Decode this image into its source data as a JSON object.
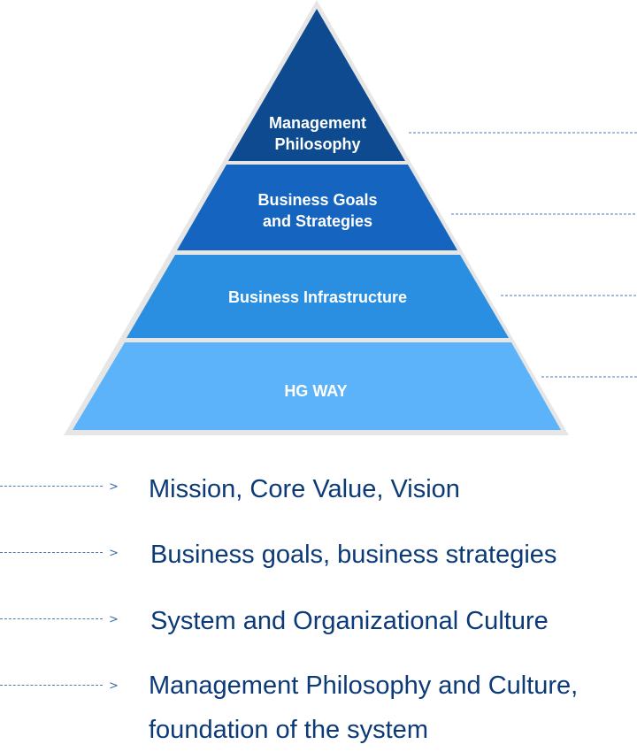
{
  "pyramid": {
    "tiers": [
      {
        "label_lines": [
          "Management",
          "Philosophy"
        ],
        "color": "#0d4a8f"
      },
      {
        "label_lines": [
          "Business Goals",
          "and Strategies"
        ],
        "color": "#1565c0"
      },
      {
        "label_lines": [
          "Business Infrastructure"
        ],
        "color": "#2a8fe0"
      },
      {
        "label_lines": [
          "HG WAY"
        ],
        "color": "#5cb3fa"
      }
    ],
    "outline_color": "#e6e6e6",
    "connector_color": "#4a7cb3"
  },
  "descriptions": [
    {
      "text": "Mission, Core Value, Vision",
      "arrow": ">"
    },
    {
      "text": "Business goals, business strategies",
      "arrow": ">"
    },
    {
      "text": "System and Organizational Culture",
      "arrow": ">"
    },
    {
      "text": "Management Philosophy and Culture, foundation of the system",
      "arrow": ">"
    }
  ],
  "text_color": "#0c3a78"
}
